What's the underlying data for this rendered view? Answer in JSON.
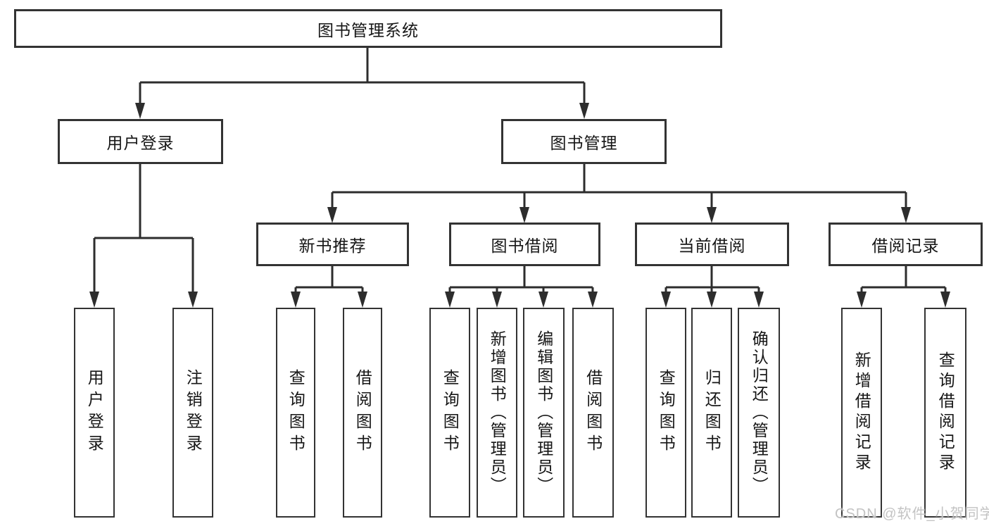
{
  "diagram": {
    "title": "图书管理系统",
    "level2": {
      "user_login": "用户登录",
      "book_management": "图书管理"
    },
    "level3": {
      "new_book_recommend": "新书推荐",
      "book_borrow": "图书借阅",
      "current_borrow": "当前借阅",
      "borrow_records": "借阅记录"
    },
    "leaves": {
      "user_login_leaf": "用户登录",
      "logout": "注销登录",
      "recommend_query_book": "查询图书",
      "recommend_borrow_book": "借阅图书",
      "borrow_query_book": "查询图书",
      "add_book_admin": "新增图书（管理员）",
      "edit_book_admin": "编辑图书（管理员）",
      "borrow_borrow_book": "借阅图书",
      "current_query_book": "查询图书",
      "return_book": "归还图书",
      "confirm_return_admin": "确认归还（管理员）",
      "add_borrow_record": "新增借阅记录",
      "query_borrow_record": "查询借阅记录"
    }
  },
  "watermark": "CSDN @软件_小贺同学",
  "colors": {
    "line": "#2d2d2d",
    "box_border": "#333333",
    "box_fill": "#ffffff",
    "text": "#161616",
    "watermark": "#c3c3c3"
  }
}
